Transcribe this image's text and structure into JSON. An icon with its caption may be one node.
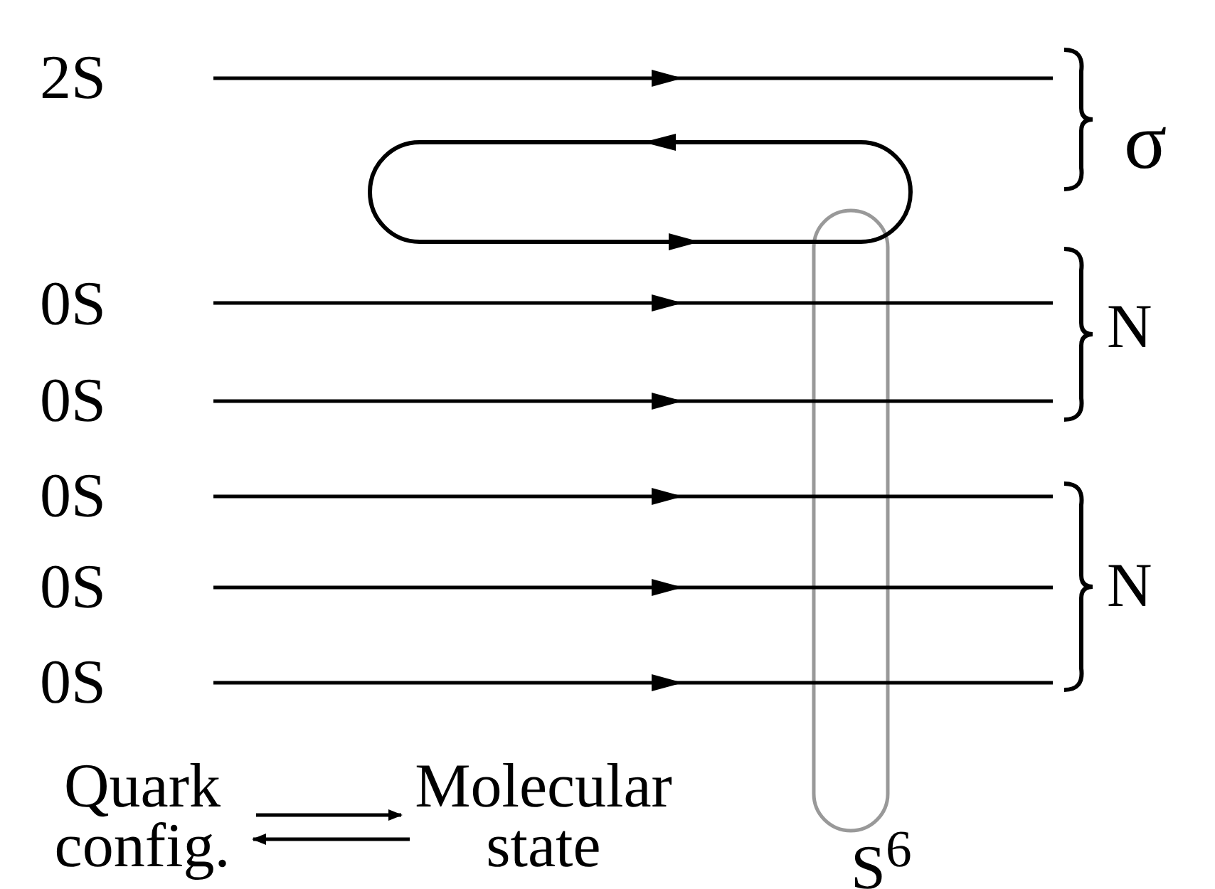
{
  "diagram": {
    "nodes": [
      {
        "text": [
          "Quark config."
        ]
      },
      {
        "text": [
          "Molecular state"
        ]
      }
    ],
    "edges": [
      {
        "from": 0,
        "to": 1,
        "arrow": "to"
      },
      {
        "from": 1,
        "to": 0,
        "arrow": "to"
      }
    ],
    "labels": [
      "2S",
      "σ",
      "0S",
      "N",
      "0S",
      "0S",
      "0S",
      "N",
      "0S",
      "S$^{6}$"
    ]
  }
}
